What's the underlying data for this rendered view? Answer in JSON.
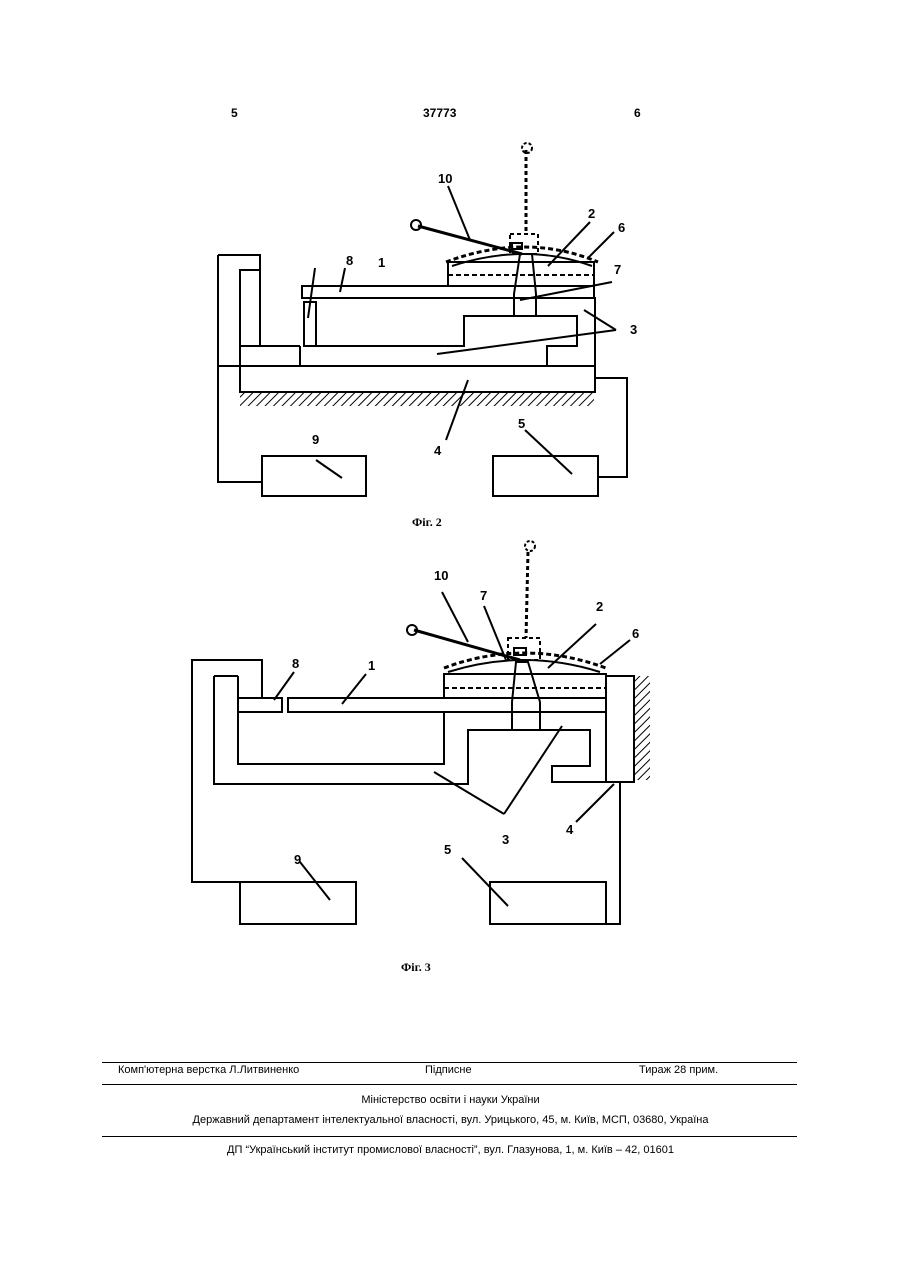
{
  "header": {
    "left_page": "5",
    "patent_number": "37773",
    "right_page": "6"
  },
  "figure2": {
    "caption": "Фіг. 2",
    "labels": {
      "l1": "1",
      "l2": "2",
      "l3": "3",
      "l4": "4",
      "l5": "5",
      "l6": "6",
      "l7": "7",
      "l8": "8",
      "l9": "9",
      "l10": "10"
    }
  },
  "figure3": {
    "caption": "Фіг. 3",
    "labels": {
      "l1": "1",
      "l2": "2",
      "l3": "3",
      "l4": "4",
      "l5": "5",
      "l6": "6",
      "l7": "7",
      "l8": "8",
      "l9": "9",
      "l10": "10"
    }
  },
  "footer": {
    "typesetting": "Комп'ютерна верстка Л.Литвиненко",
    "subscription": "Підписне",
    "circulation": "Тираж 28 прим.",
    "ministry": "Міністерство освіти і науки України",
    "department": "Державний департамент інтелектуальної власності, вул. Урицького, 45, м. Київ, МСП, 03680, Україна",
    "institute": "ДП “Український інститут промислової власності”, вул. Глазунова, 1, м. Київ – 42, 01601"
  }
}
